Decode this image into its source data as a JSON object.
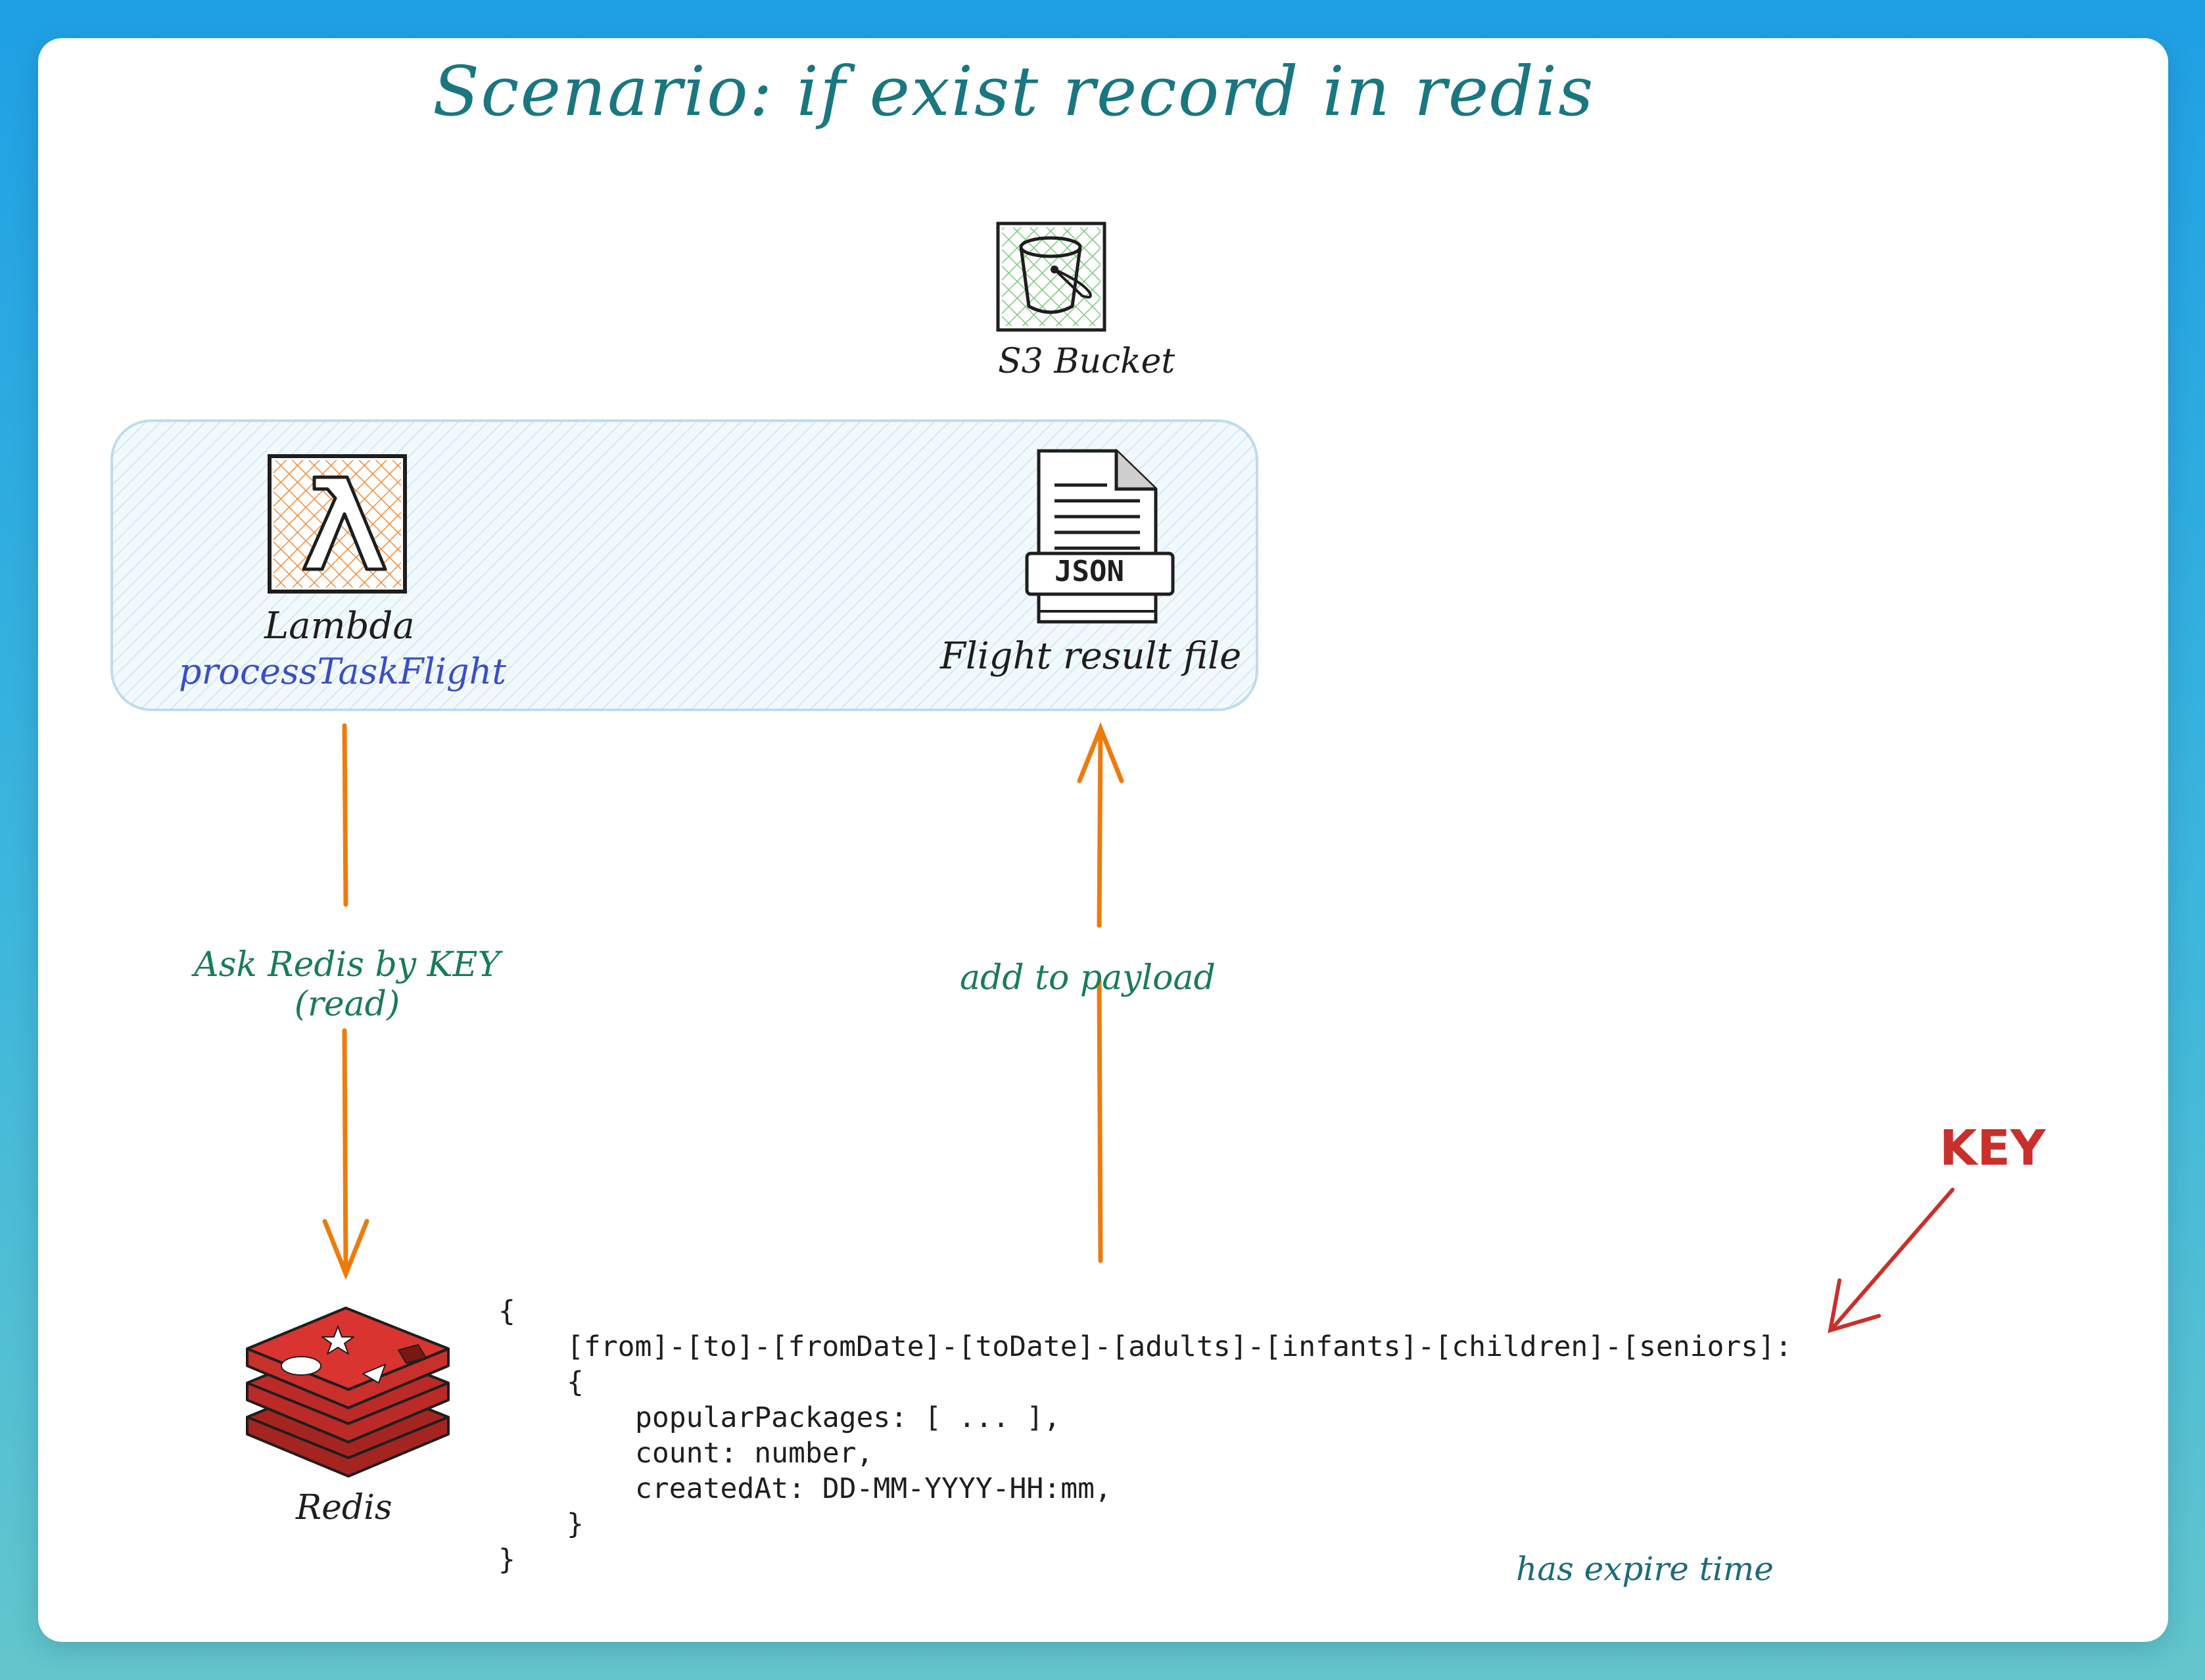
{
  "title": "Scenario: if exist record in redis",
  "s3": {
    "label": "S3 Bucket",
    "icon": "bucket-icon",
    "color": "#7cc97c"
  },
  "lambda": {
    "label": "Lambda",
    "name": "processTaskFlight",
    "icon": "lambda-icon",
    "color": "#f28c38"
  },
  "file": {
    "label": "Flight result file",
    "badge": "JSON",
    "icon": "json-file-icon"
  },
  "redis": {
    "label": "Redis",
    "icon": "redis-icon",
    "color": "#cc2e2a"
  },
  "arrows": {
    "read_line1": "Ask Redis by KEY",
    "read_line2": "(read)",
    "payload": "add to payload",
    "color": "#ec7c0e"
  },
  "key_label": "KEY",
  "expire_note": "has expire time",
  "code": {
    "open": "{",
    "key": "[from]-[to]-[fromDate]-[toDate]-[adults]-[infants]-[children]-[seniors]:",
    "inner_open": "{",
    "field1": "popularPackages: [ ... ],",
    "field2": "count: number,",
    "field3": "createdAt: DD-MM-YYYY-HH:mm,",
    "inner_close": "}",
    "close": "}"
  }
}
